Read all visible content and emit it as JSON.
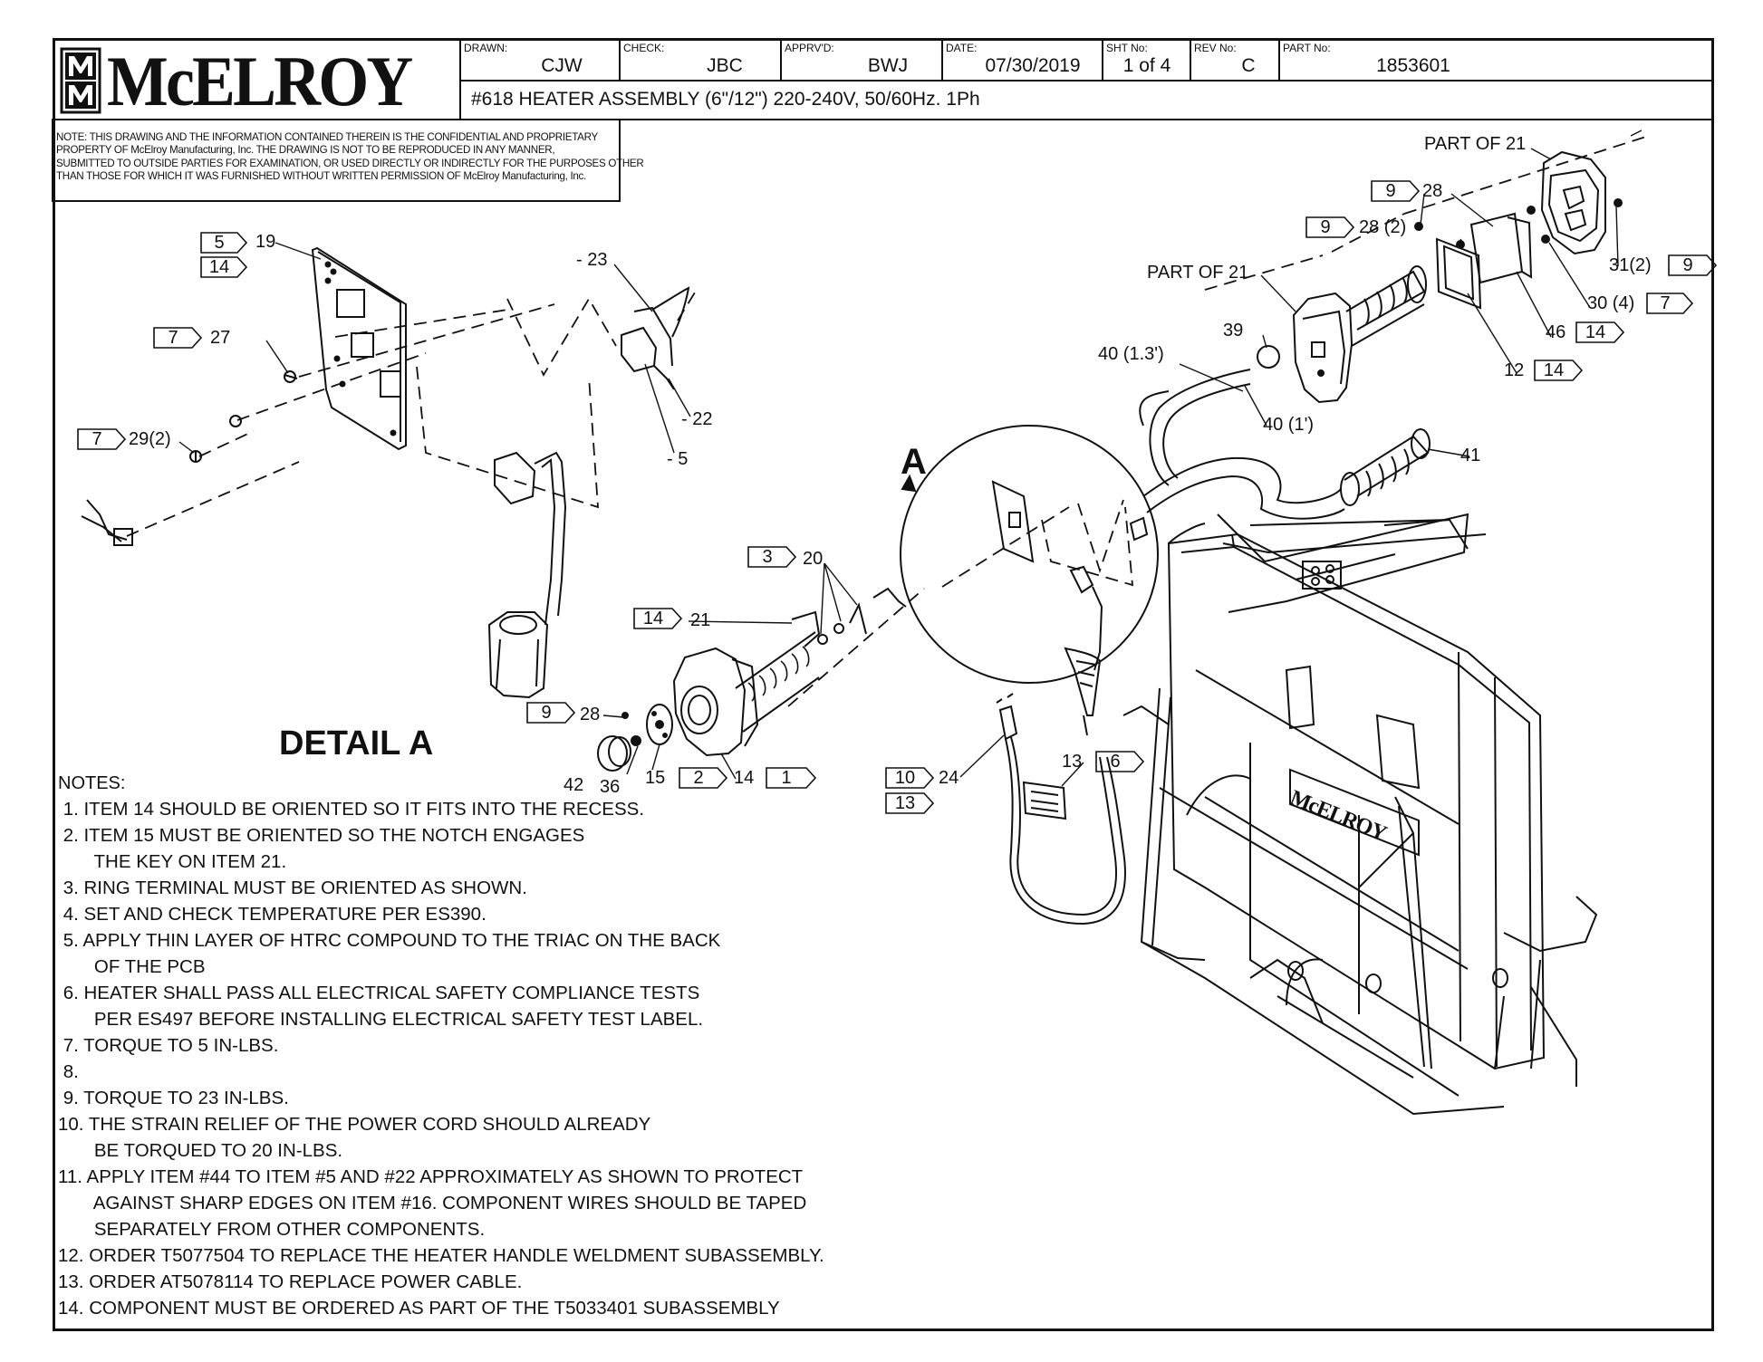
{
  "logo": {
    "company": "McELROY",
    "mark": "McElroy monogram"
  },
  "title_block": {
    "drawn_label": "DRAWN:",
    "drawn": "CJW",
    "check_label": "CHECK:",
    "check": "JBC",
    "apprvd_label": "APPRV'D:",
    "apprvd": "BWJ",
    "date_label": "DATE:",
    "date": "07/30/2019",
    "sht_label": "SHT No:",
    "sht": "1 of 4",
    "rev_label": "REV No:",
    "rev": "C",
    "part_label": "PART No:",
    "part": "1853601",
    "description": "#618 HEATER ASSEMBLY (6\"/12\") 220-240V, 50/60Hz. 1Ph"
  },
  "confidential_note": [
    "NOTE: THIS DRAWING AND THE INFORMATION CONTAINED THEREIN IS THE CONFIDENTIAL AND PROPRIETARY",
    "PROPERTY OF McElroy Manufacturing, Inc. THE DRAWING IS NOT TO BE REPRODUCED IN ANY MANNER,",
    "SUBMITTED TO OUTSIDE PARTIES FOR EXAMINATION, OR USED DIRECTLY OR INDIRECTLY FOR THE PURPOSES OTHER",
    "THAN THOSE FOR WHICH IT WAS FURNISHED WITHOUT WRITTEN PERMISSION OF McElroy Manufacturing, Inc."
  ],
  "detail_title": "DETAIL A",
  "detail_marker": "A",
  "callouts": {
    "c19": "19",
    "c27": "27",
    "c29": "29(2)",
    "c23": "- 23",
    "c22": "- 22",
    "c5": "- 5",
    "c20": "20",
    "c21": "21",
    "c28a": "28",
    "c42": "42",
    "c36": "36",
    "c15": "15",
    "c14": "14",
    "c24": "24",
    "c13": "13",
    "c41": "41",
    "c39": "39",
    "c40a": "40 (1.3')",
    "c40b": "40 (1')",
    "c12": "12",
    "c46": "46",
    "c30": "30 (4)",
    "c31": "31(2)",
    "c28b": "28",
    "c28c": "28 (2)",
    "part21a": "PART OF 21",
    "part21b": "PART OF 21"
  },
  "flags": {
    "f5": "5",
    "f14a": "14",
    "f7a": "7",
    "f7b": "7",
    "f3": "3",
    "f14b": "14",
    "f9a": "9",
    "f2": "2",
    "f1": "1",
    "f10": "10",
    "f13": "13",
    "f6": "6",
    "f14c": "14",
    "f14d": "14",
    "f7c": "7",
    "f9b": "9",
    "f9c": "9",
    "f9d": "9"
  },
  "notes_header": "NOTES:",
  "notes": [
    " 1. ITEM 14 SHOULD BE ORIENTED SO IT FITS INTO THE RECESS.",
    " 2. ITEM 15 MUST BE ORIENTED SO THE NOTCH ENGAGES",
    "       THE KEY ON ITEM 21.",
    " 3. RING TERMINAL MUST BE ORIENTED AS SHOWN.",
    " 4. SET AND CHECK TEMPERATURE PER ES390.",
    " 5. APPLY THIN LAYER OF HTRC COMPOUND TO THE TRIAC ON THE BACK",
    "       OF THE PCB",
    " 6. HEATER SHALL PASS ALL ELECTRICAL SAFETY COMPLIANCE TESTS",
    "       PER ES497 BEFORE INSTALLING ELECTRICAL SAFETY TEST LABEL.",
    " 7. TORQUE TO 5 IN-LBS.",
    " 8.",
    " 9. TORQUE TO 23 IN-LBS.",
    "10. THE STRAIN RELIEF OF THE POWER CORD SHOULD ALREADY",
    "       BE TORQUED TO 20 IN-LBS.",
    "11. APPLY ITEM #44 TO ITEM #5 AND #22 APPROXIMATELY AS SHOWN TO PROTECT",
    "       AGAINST SHARP EDGES ON ITEM #16. COMPONENT WIRES SHOULD BE TAPED",
    "       SEPARATELY FROM OTHER COMPONENTS.",
    "12. ORDER T5077504 TO REPLACE THE HEATER HANDLE WELDMENT SUBASSEMBLY.",
    "13. ORDER AT5078114 TO REPLACE POWER CABLE.",
    "14. COMPONENT MUST BE ORDERED AS PART OF THE T5033401 SUBASSEMBLY"
  ],
  "heater_badge": "McELROY"
}
